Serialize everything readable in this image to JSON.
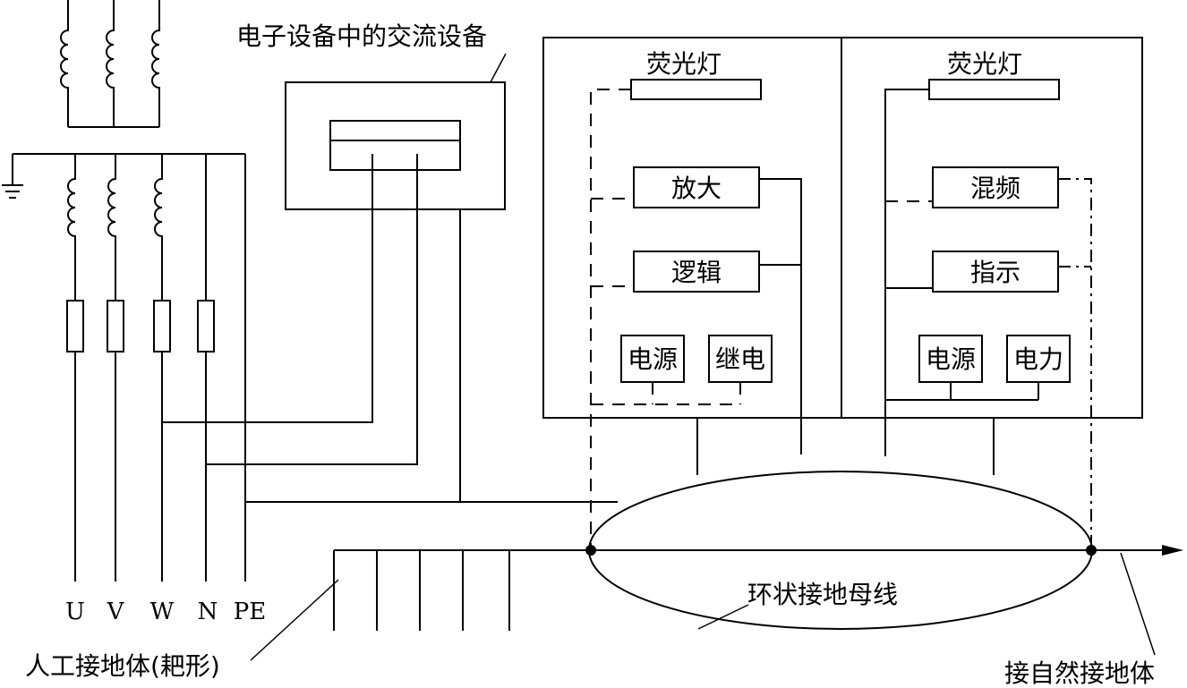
{
  "labels": {
    "ac_equipment": "电子设备中的交流设备",
    "fluorescent_left": "荧光灯",
    "fluorescent_right": "荧光灯",
    "amplifier": "放大",
    "logic": "逻辑",
    "power_left": "电源",
    "relay": "继电",
    "mixer": "混频",
    "indicator": "指示",
    "power_right": "电源",
    "electric_power": "电力",
    "ring_bus": "环状接地母线",
    "artificial_ground": "人工接地体(耙形)",
    "natural_ground": "接自然接地体"
  },
  "phases": {
    "u": "U",
    "v": "V",
    "w": "W",
    "n": "N",
    "pe": "PE"
  }
}
